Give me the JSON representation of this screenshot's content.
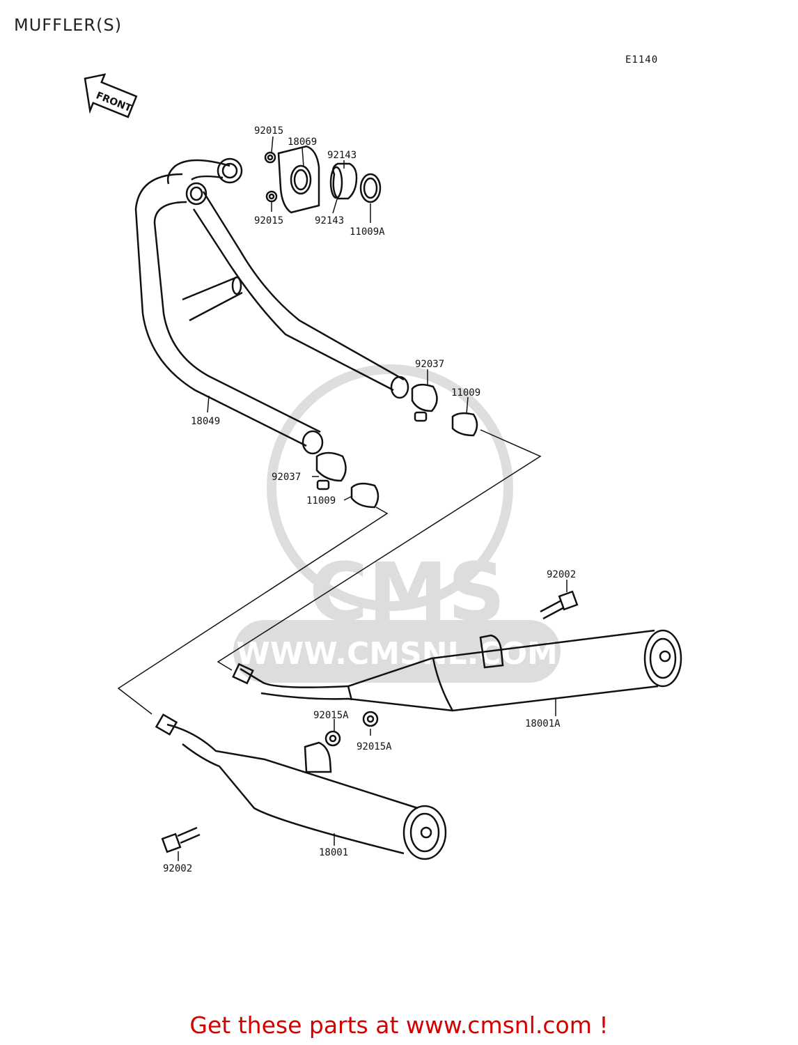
{
  "title": "MUFFLER(S)",
  "diagram_code": "E1140",
  "front_label": "FRONT",
  "watermark": {
    "brand": "CMS",
    "url": "WWW.CMSNL.COM"
  },
  "parts": {
    "nut_upper": "92015",
    "nut_lower": "92015",
    "flange": "18069",
    "collar_upper": "92143",
    "collar_lower": "92143",
    "gasket": "11009A",
    "exhaust_pipe": "18049",
    "clamp_upper": "92037",
    "clamp_lower": "92037",
    "seal_upper": "11009",
    "seal_lower": "11009",
    "bolt_upper": "92002",
    "bolt_lower": "92002",
    "muffler_upper": "18001A",
    "muffler_lower": "18001",
    "nut_a_upper": "92015A",
    "nut_a_lower": "92015A"
  },
  "colors": {
    "footer": "#d40000",
    "line": "#111111"
  },
  "footer": "Get these parts at www.cmsnl.com !"
}
